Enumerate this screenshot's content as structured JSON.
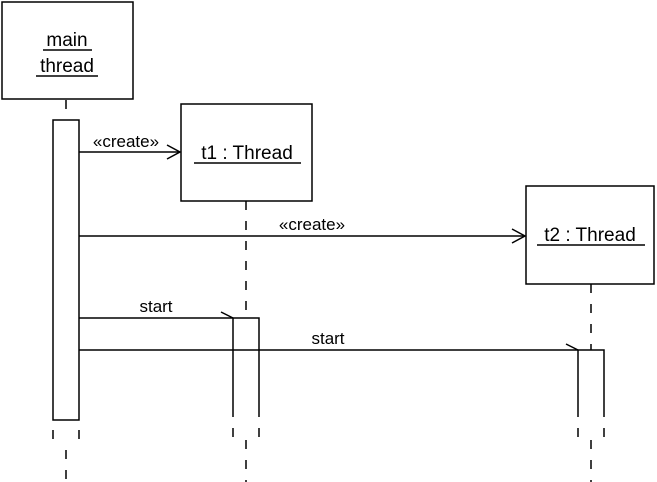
{
  "objects": {
    "main_thread": {
      "line1": "main",
      "line2": "thread"
    },
    "t1": {
      "label": "t1 : Thread"
    },
    "t2": {
      "label": "t2 : Thread"
    }
  },
  "messages": {
    "create_t1": "«create»",
    "create_t2": "«create»",
    "start_t1": "start",
    "start_t2": "start"
  }
}
